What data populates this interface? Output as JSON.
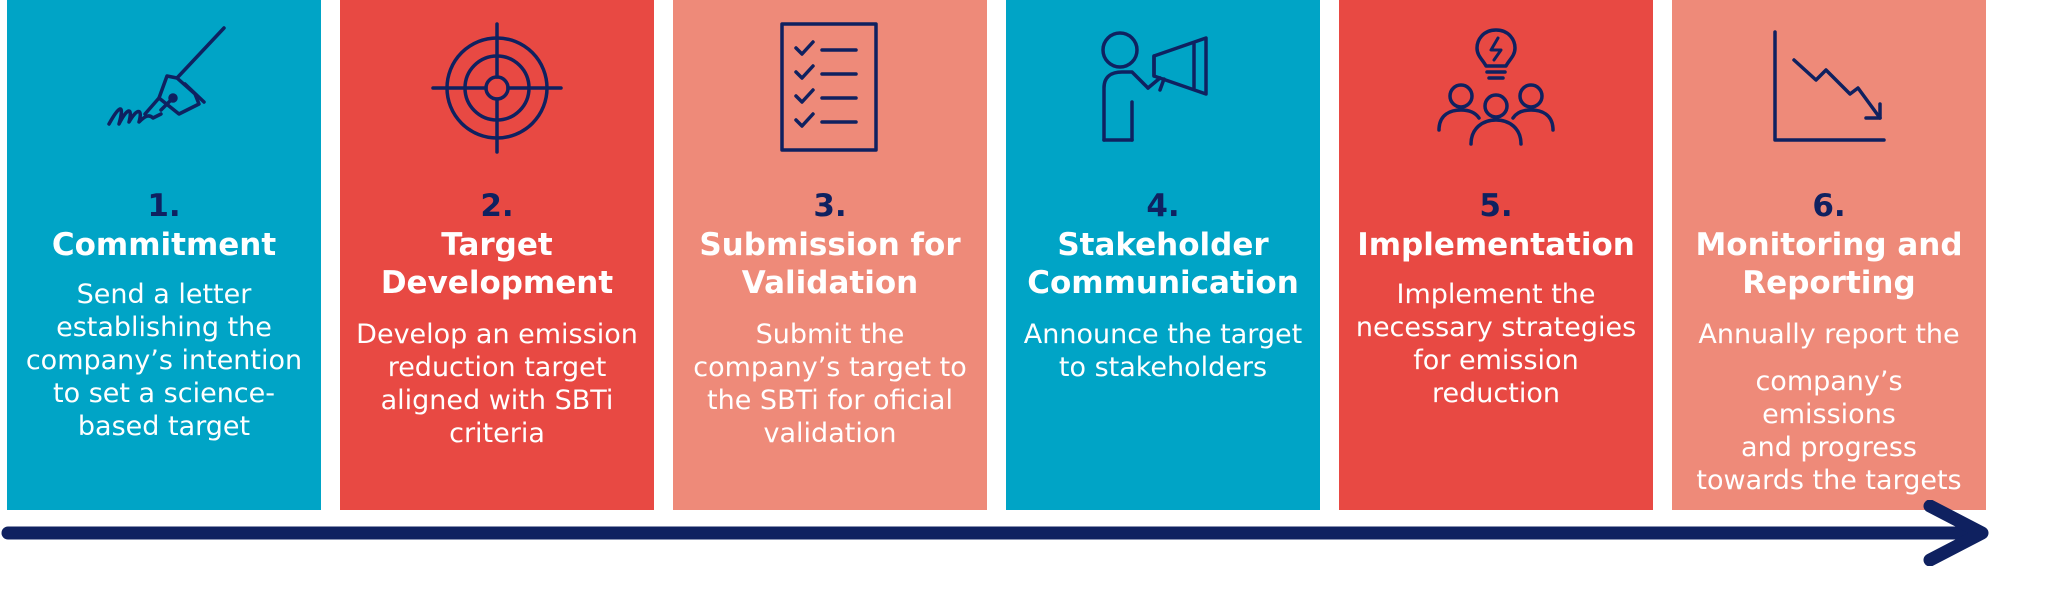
{
  "colors": {
    "teal": "#00a4c6",
    "red": "#e84943",
    "salmon": "#ee8a79",
    "navy": "#0f2160"
  },
  "steps": [
    {
      "number": "1.",
      "title_lines": [
        "Commitment"
      ],
      "desc_lines": [
        "Send a letter",
        "establishing the",
        "company’s intention",
        "to set a science-",
        "based target"
      ],
      "icon": "signature-pen-icon",
      "color": "#00a4c6"
    },
    {
      "number": "2.",
      "title_lines": [
        "Target",
        "Development"
      ],
      "desc_lines": [
        "Develop an emission",
        "reduction target",
        "aligned with SBTi",
        "criteria"
      ],
      "icon": "target-crosshair-icon",
      "color": "#e84943"
    },
    {
      "number": "3.",
      "title_lines": [
        "Submission for",
        "Validation"
      ],
      "desc_lines": [
        "Submit the",
        "company’s target to",
        "the SBTi for oficial",
        "validation"
      ],
      "icon": "checklist-icon",
      "color": "#ee8a79"
    },
    {
      "number": "4.",
      "title_lines": [
        "Stakeholder",
        "Communication"
      ],
      "desc_lines": [
        "Announce the target",
        "to stakeholders"
      ],
      "icon": "megaphone-person-icon",
      "color": "#00a4c6"
    },
    {
      "number": "5.",
      "title_lines": [
        "Implementation"
      ],
      "desc_lines": [
        "Implement the",
        "necessary strategies",
        "for emission",
        "reduction"
      ],
      "icon": "team-lightbulb-icon",
      "color": "#e84943"
    },
    {
      "number": "6.",
      "title_lines": [
        "Monitoring and",
        "Reporting"
      ],
      "desc_lines": [
        "Annually report the",
        "",
        "company’s emissions",
        "and progress",
        "towards the targets"
      ],
      "icon": "declining-chart-icon",
      "color": "#ee8a79"
    }
  ]
}
